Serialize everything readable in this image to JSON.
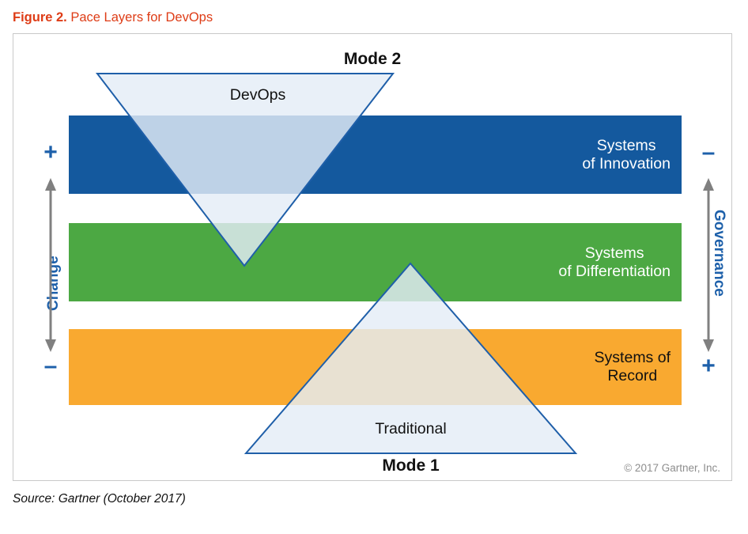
{
  "caption": {
    "label": "Figure 2.",
    "title": "Pace Layers for DevOps"
  },
  "diagram": {
    "type": "pace-layers",
    "layers": [
      {
        "id": "innovation",
        "label": "Systems\nof Innovation",
        "color": "#14599E",
        "text_color": "#ffffff"
      },
      {
        "id": "differentiation",
        "label": "Systems\nof Differentiation",
        "color": "#4CA843",
        "text_color": "#ffffff"
      },
      {
        "id": "record",
        "label": "Systems of\nRecord",
        "color": "#F9A930",
        "text_color": "#111111"
      }
    ],
    "triangles": [
      {
        "id": "mode2",
        "heading": "Mode 2",
        "body": "DevOps",
        "orientation": "inverted",
        "fill": "#E4EDF7",
        "stroke": "#1F5FA9"
      },
      {
        "id": "mode1",
        "heading": "Mode 1",
        "body": "Traditional",
        "orientation": "upright",
        "fill": "#E4EDF7",
        "stroke": "#1F5FA9"
      }
    ],
    "axes": {
      "left": {
        "name": "Change",
        "top_sign": "+",
        "bottom_sign": "–",
        "color": "#1D60AA",
        "arrow_color": "#808080"
      },
      "right": {
        "name": "Governance",
        "top_sign": "–",
        "bottom_sign": "+",
        "color": "#1D60AA",
        "arrow_color": "#808080"
      }
    },
    "copyright": "© 2017 Gartner, Inc."
  },
  "source": "Source: Gartner (October 2017)",
  "colors": {
    "caption_accent": "#DE3C16",
    "frame_border": "#c9c9c9",
    "axis_blue": "#1D60AA",
    "arrow_gray": "#808080"
  }
}
